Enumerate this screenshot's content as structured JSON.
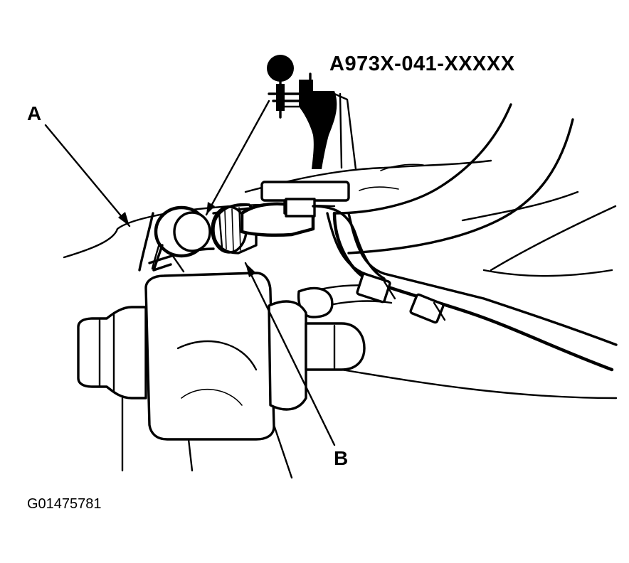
{
  "labels": {
    "tool": "A973X-041-XXXXX",
    "a": "A",
    "b": "B",
    "figure_id": "G01475781"
  },
  "colors": {
    "ink": "#000000",
    "paper": "#ffffff"
  }
}
